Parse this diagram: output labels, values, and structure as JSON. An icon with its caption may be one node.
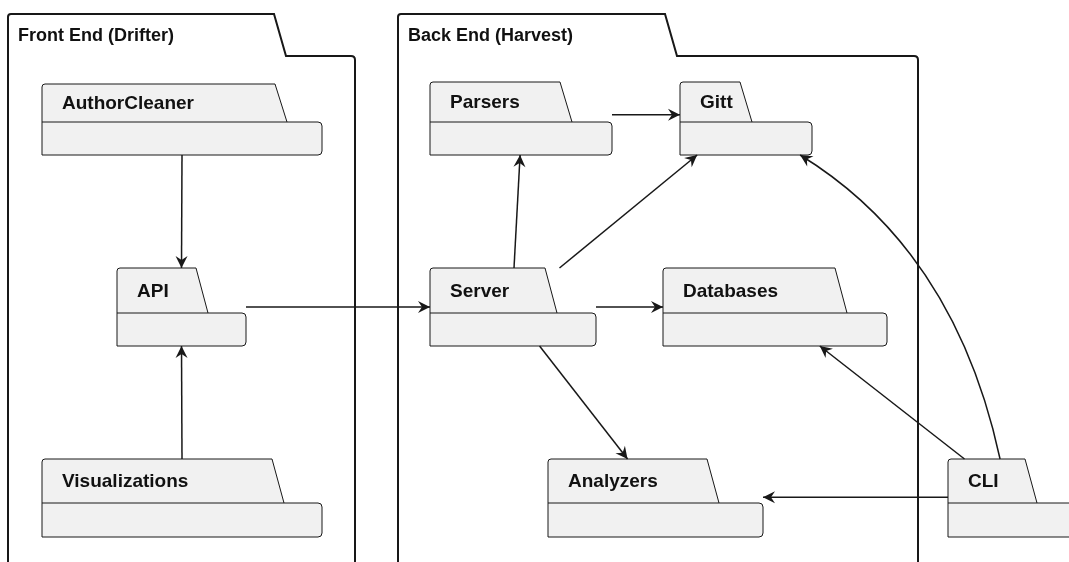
{
  "diagram": {
    "nodes": [
      {
        "text": [
          "Front End (Drifter)"
        ]
      },
      {
        "text": [
          "AuthorCleaner"
        ],
        "in": 0
      },
      {
        "text": [
          "API"
        ],
        "in": 0
      },
      {
        "text": [
          "Visualizations"
        ],
        "in": 0
      },
      {
        "text": [
          "Back End (Harvest)"
        ]
      },
      {
        "text": [
          "Parsers"
        ],
        "in": 4
      },
      {
        "text": [
          "Gitt"
        ],
        "in": 4
      },
      {
        "text": [
          "Server"
        ],
        "in": 4
      },
      {
        "text": [
          "Databases"
        ],
        "in": 4
      },
      {
        "text": [
          "Analyzers"
        ],
        "in": 4
      },
      {
        "text": [
          "CLI"
        ]
      }
    ],
    "edges": [
      {
        "from": 1,
        "to": 2,
        "arrow": "to"
      },
      {
        "from": 3,
        "to": 2,
        "arrow": "to"
      },
      {
        "from": 2,
        "to": 7,
        "arrow": "to"
      },
      {
        "from": 5,
        "to": 6,
        "arrow": "to"
      },
      {
        "from": 7,
        "to": 5,
        "arrow": "to"
      },
      {
        "from": 7,
        "to": 6,
        "arrow": "to"
      },
      {
        "from": 7,
        "to": 8,
        "arrow": "to"
      },
      {
        "from": 7,
        "to": 9,
        "arrow": "to"
      },
      {
        "from": 10,
        "to": 6,
        "arrow": "to"
      },
      {
        "from": 10,
        "to": 8,
        "arrow": "to"
      },
      {
        "from": 10,
        "to": 9,
        "arrow": "to"
      }
    ]
  }
}
